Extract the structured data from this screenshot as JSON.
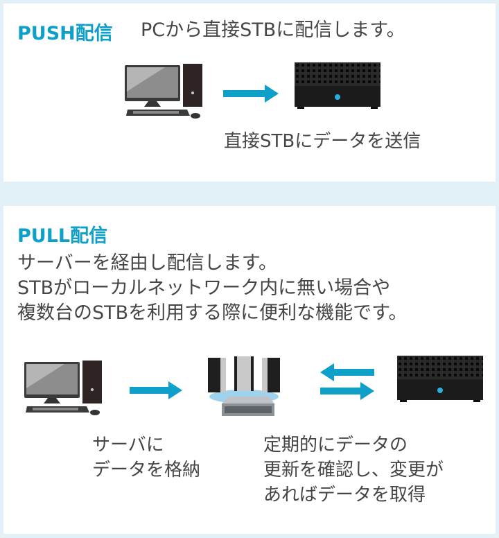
{
  "colors": {
    "accent": "#0ea0c8",
    "background": "#e2f0f7",
    "text": "#454545"
  },
  "push": {
    "heading": "PUSH配信",
    "subtitle": "PCから直接STBに配信します。",
    "caption": "直接STBにデータを送信",
    "icons": [
      "desktop-pc-icon",
      "arrow-right-icon",
      "stb-box-icon"
    ]
  },
  "pull": {
    "heading": "PULL配信",
    "description": [
      "サーバーを経由し配信します。",
      "STBがローカルネットワーク内に無い場合や",
      "複数台のSTBを利用する際に便利な機能です。"
    ],
    "caption_server": [
      "サーバに",
      "データを格納"
    ],
    "caption_stb": [
      "定期的にデータの",
      "更新を確認し、変更が",
      "あればデータを取得"
    ],
    "icons": [
      "desktop-pc-icon",
      "arrow-right-icon",
      "server-icon",
      "bidirectional-arrows-icon",
      "stb-box-icon"
    ]
  }
}
